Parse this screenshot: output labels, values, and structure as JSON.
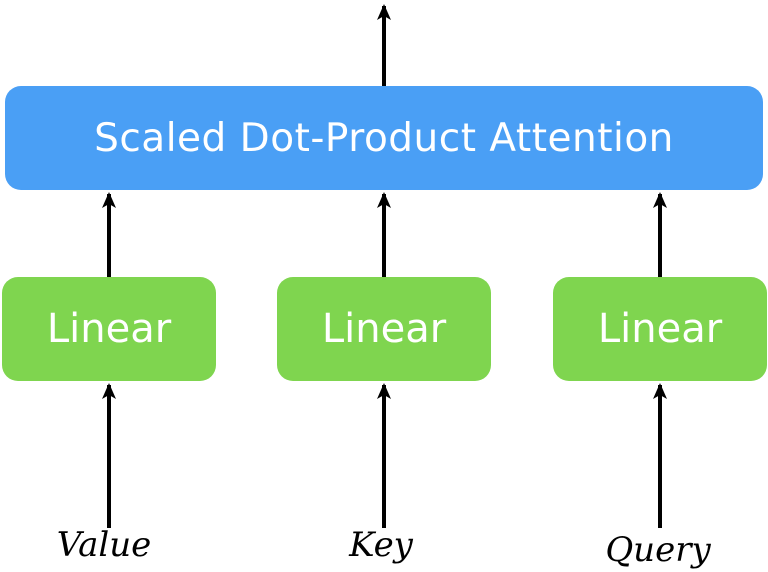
{
  "attention": {
    "label": "Scaled Dot-Product Attention",
    "color": "#4a9ff5"
  },
  "linear_layers": [
    {
      "label": "Linear",
      "color": "#7fd54f"
    },
    {
      "label": "Linear",
      "color": "#7fd54f"
    },
    {
      "label": "Linear",
      "color": "#7fd54f"
    }
  ],
  "inputs": {
    "value": "Value",
    "key": "Key",
    "query": "Query"
  }
}
